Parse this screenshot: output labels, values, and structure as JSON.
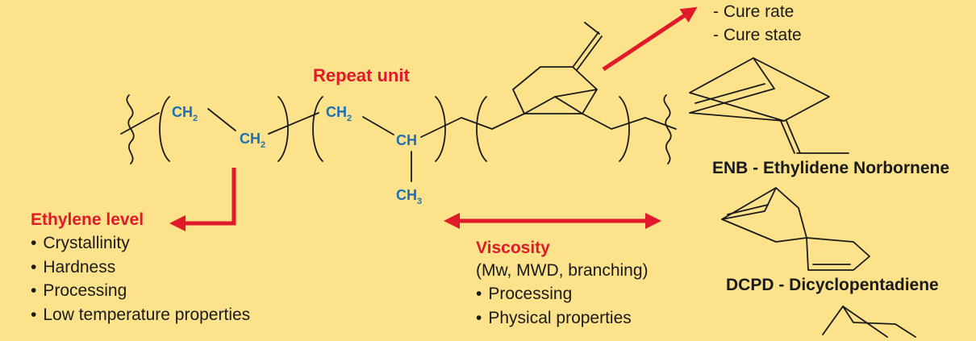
{
  "cure": {
    "items": [
      "- Cure rate",
      "- Cure state"
    ]
  },
  "repeat_unit": {
    "label": "Repeat unit"
  },
  "formula": {
    "ch2_a": {
      "base": "CH",
      "sub": "2"
    },
    "ch2_b": {
      "base": "CH",
      "sub": "2"
    },
    "ch2_c": {
      "base": "CH",
      "sub": "2"
    },
    "ch": "CH",
    "ch3": {
      "base": "CH",
      "sub": "3"
    }
  },
  "ethylene": {
    "title": "Ethylene level",
    "items": [
      "Crystallinity",
      "Hardness",
      "Processing",
      "Low temperature properties"
    ]
  },
  "viscosity": {
    "title": "Viscosity",
    "subtitle": "(Mw, MWD, branching)",
    "items": [
      "Processing",
      "Physical properties"
    ]
  },
  "enb": {
    "label": "ENB - Ethylidene Norbornene"
  },
  "dcpd": {
    "label": "DCPD - Dicyclopentadiene"
  },
  "colors": {
    "background": "#fce28a",
    "accent_red": "#e0192b",
    "chem_blue": "#1d6fb5",
    "ink": "#1a1a1a"
  }
}
